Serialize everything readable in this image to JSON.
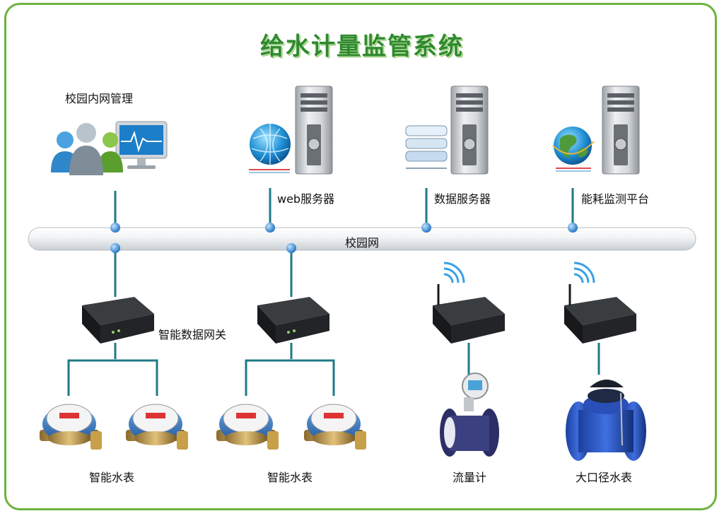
{
  "title": "给水计量监管系统",
  "labels": {
    "campus_mgmt": "校园内网管理",
    "web_server": "web服务器",
    "data_server": "数据服务器",
    "energy_platform": "能耗监测平台",
    "campus_net": "校园网",
    "gateway": "智能数据网关",
    "smart_meter_1": "智能水表",
    "smart_meter_2": "智能水表",
    "flowmeter": "流量计",
    "large_meter": "大口径水表"
  },
  "colors": {
    "border": "#6db33f",
    "title": "#2f8a2f",
    "lines": "#1e7a86",
    "node": "#2b7fd0",
    "bus": "#e9ecef"
  }
}
